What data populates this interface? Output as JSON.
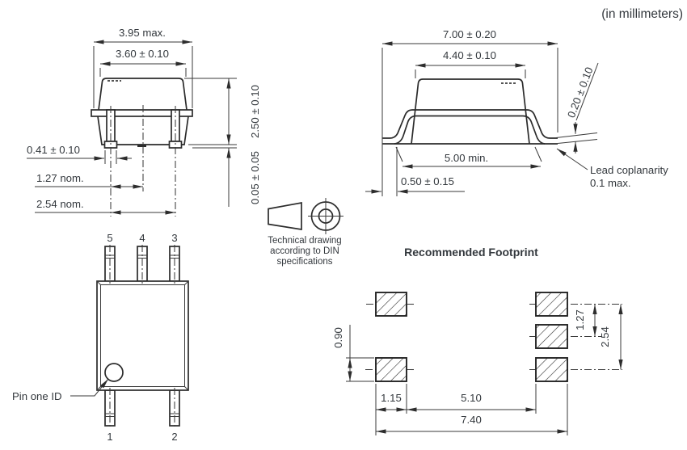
{
  "units_note": "(in millimeters)",
  "front_view": {
    "dim_width_max": "3.95 max.",
    "dim_width": "3.60 ± 0.10",
    "dim_height": "2.50 ± 0.10",
    "dim_standoff": "0.05 ± 0.05",
    "dim_lead_width": "0.41 ± 0.10",
    "dim_pitch": "1.27 nom.",
    "dim_span": "2.54 nom."
  },
  "side_view": {
    "dim_overall": "7.00 ± 0.20",
    "dim_body": "4.40 ± 0.10",
    "dim_footprint_min": "5.00 min.",
    "dim_foot_length": "0.50 ± 0.15",
    "dim_lead_thickness": "0.20 ± 0.10",
    "coplanarity_line1": "Lead coplanarity",
    "coplanarity_line2": "0.1 max."
  },
  "bottom_view": {
    "pin_labels_top": [
      "5",
      "4",
      "3"
    ],
    "pin_labels_bottom": [
      "1",
      "2"
    ],
    "pin_one_label": "Pin one ID"
  },
  "din_note": {
    "line1": "Technical drawing",
    "line2": "according to DIN",
    "line3": "specifications"
  },
  "footprint": {
    "title": "Recommended Footprint",
    "dim_pad_height": "0.90",
    "dim_pad_width": "1.15",
    "dim_gap": "5.10",
    "dim_overall": "7.40",
    "dim_pitch": "1.27",
    "dim_span": "2.54"
  },
  "colors": {
    "line": "#2b2b2b",
    "text": "#33383d",
    "background": "#ffffff"
  }
}
